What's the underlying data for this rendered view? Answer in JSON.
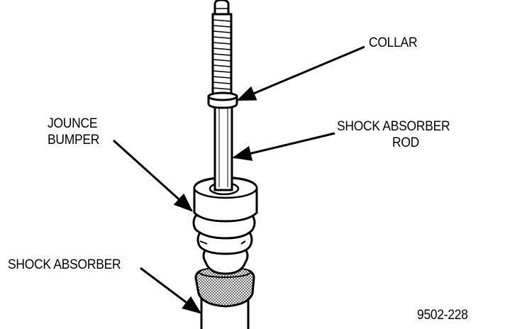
{
  "labels": {
    "collar": "COLLAR",
    "jounce_bumper_line1": "JOUNCE",
    "jounce_bumper_line2": "BUMPER",
    "shock_absorber_rod_line1": "SHOCK ABSORBER",
    "shock_absorber_rod_line2": "ROD",
    "shock_absorber": "SHOCK ABSORBER",
    "figure_number": "9502-228"
  }
}
